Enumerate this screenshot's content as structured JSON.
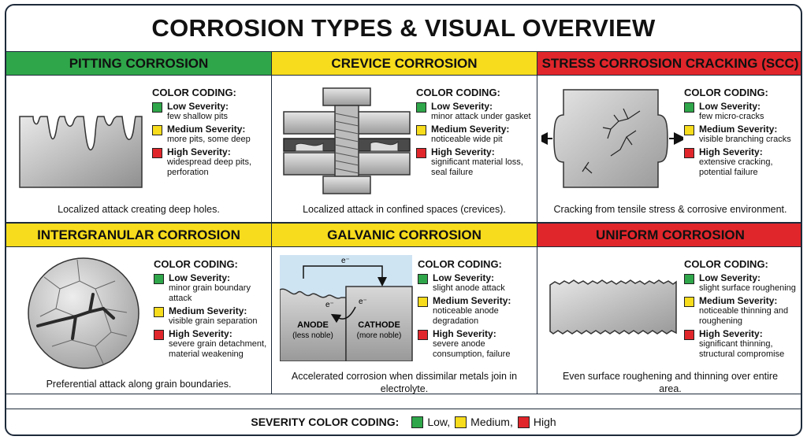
{
  "title": "CORROSION TYPES & VISUAL OVERVIEW",
  "legend_heading": "COLOR CODING:",
  "colors": {
    "low": "#2fa64a",
    "medium": "#f6dc1c",
    "high": "#e0262b"
  },
  "panels": [
    {
      "name": "PITTING CORROSION",
      "header_color": "green",
      "low_label": "Low Severity:",
      "low_text": "few shallow pits",
      "medium_label": "Medium Severity:",
      "medium_text": "more pits, some deep",
      "high_label": "High Severity:",
      "high_text": "widespread deep pits, perforation",
      "caption": "Localized attack creating deep holes."
    },
    {
      "name": "CREVICE CORROSION",
      "header_color": "yellow",
      "low_label": "Low Severity:",
      "low_text": "minor attack under gasket",
      "medium_label": "Medium Severity:",
      "medium_text": "noticeable wide pit",
      "high_label": "High Severity:",
      "high_text": "significant material loss, seal failure",
      "caption": "Localized attack in confined spaces (crevices)."
    },
    {
      "name": "STRESS CORROSION CRACKING (SCC)",
      "header_color": "red",
      "low_label": "Low Severity:",
      "low_text": "few micro-cracks",
      "medium_label": "Medium Severity:",
      "medium_text": "visible branching cracks",
      "high_label": "High Severity:",
      "high_text": "extensive cracking, potential failure",
      "caption": "Cracking from tensile stress & corrosive environment."
    },
    {
      "name": "INTERGRANULAR CORROSION",
      "header_color": "yellow",
      "low_label": "Low Severity:",
      "low_text": "minor grain boundary attack",
      "medium_label": "Medium Severity:",
      "medium_text": "visible grain separation",
      "high_label": "High Severity:",
      "high_text": "severe grain detachment, material weakening",
      "caption": "Preferential attack along grain boundaries."
    },
    {
      "name": "GALVANIC CORROSION",
      "header_color": "yellow",
      "low_label": "Low Severity:",
      "low_text": "slight anode attack",
      "medium_label": "Medium Severity:",
      "medium_text": "noticeable anode degradation",
      "high_label": "High Severity:",
      "high_text": "severe anode consumption, failure",
      "caption": "Accelerated corrosion when dissimilar metals join in electrolyte.",
      "anode_label": "ANODE",
      "anode_sub": "(less noble)",
      "cathode_label": "CATHODE",
      "cathode_sub": "(more noble)",
      "electron": "e⁻"
    },
    {
      "name": "UNIFORM CORROSION",
      "header_color": "red",
      "low_label": "Low Severity:",
      "low_text": "slight surface roughening",
      "medium_label": "Medium Severity:",
      "medium_text": "noticeable thinning and roughening",
      "high_label": "High Severity:",
      "high_text": "significant thinning, structural compromise",
      "caption": "Even surface roughening and thinning over entire area."
    }
  ],
  "footer": {
    "label": "SEVERITY COLOR CODING:",
    "low": "Low,",
    "medium": "Medium,",
    "high": "High"
  }
}
